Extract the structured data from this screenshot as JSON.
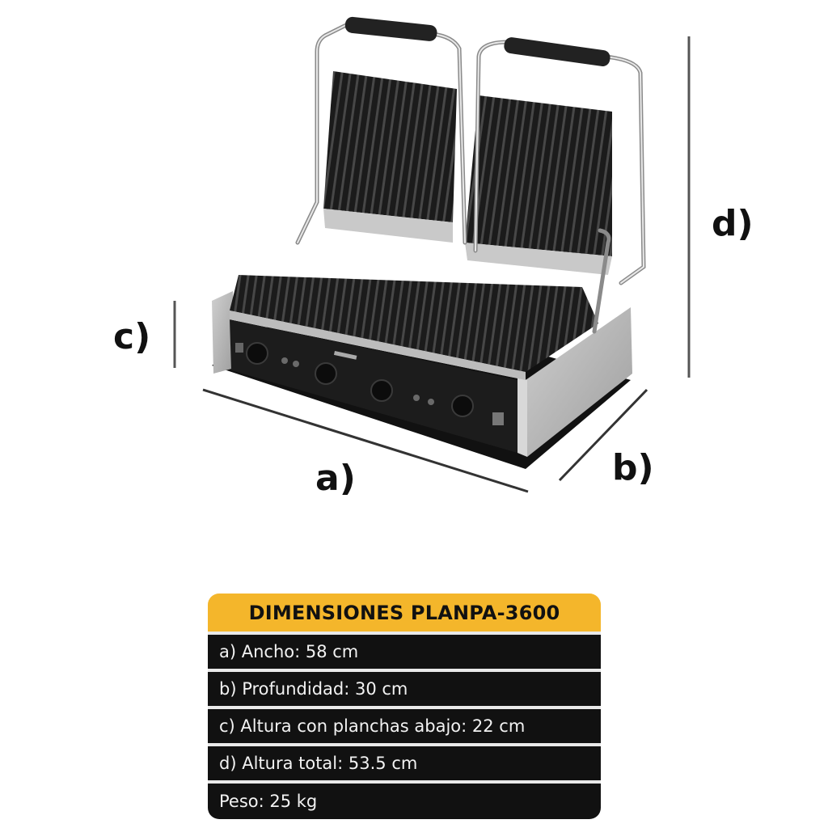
{
  "diagram": {
    "subject": "Double panini contact grill with ribbed plates",
    "dimension_labels": {
      "a": "a)",
      "b": "b)",
      "c": "c)",
      "d": "d)"
    }
  },
  "table": {
    "title": "DIMENSIONES PLANPA-3600",
    "header_color": "#F4B62B",
    "row_color": "#111111",
    "rows": [
      {
        "label": "a) Ancho: 58 cm"
      },
      {
        "label": "b) Profundidad: 30 cm"
      },
      {
        "label": "c) Altura con planchas abajo: 22 cm"
      },
      {
        "label": "d) Altura total: 53.5 cm"
      },
      {
        "label": "Peso: 25 kg"
      }
    ]
  }
}
